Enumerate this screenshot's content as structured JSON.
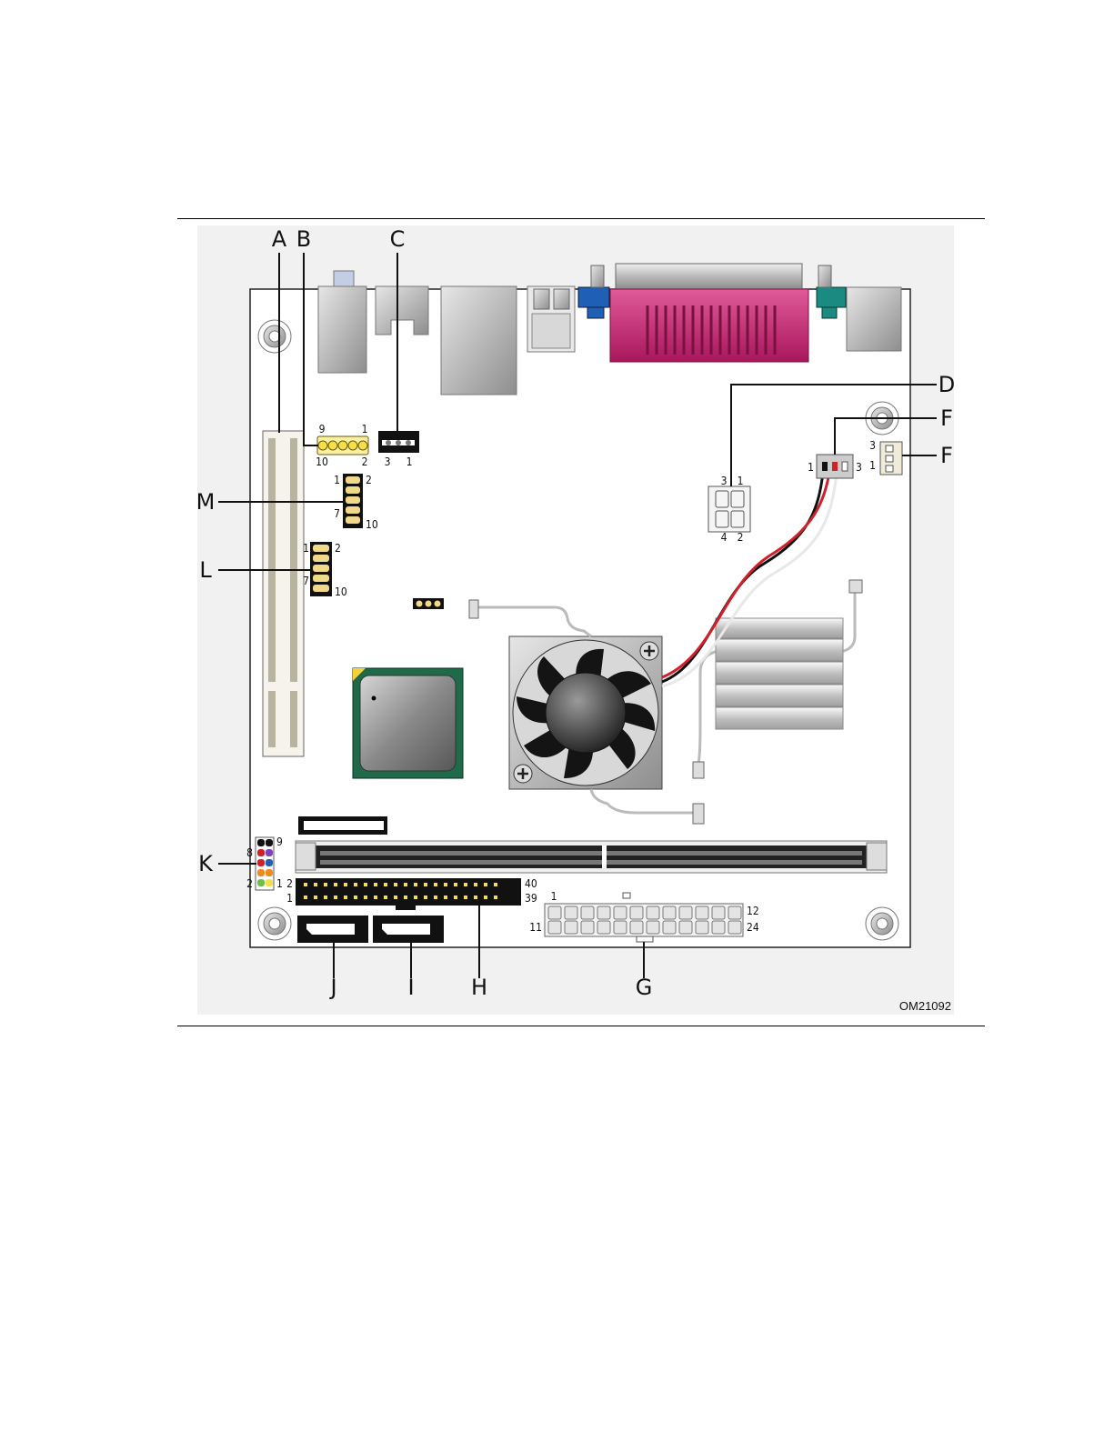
{
  "figure": {
    "figure_id": "OM21092",
    "callouts": {
      "A": "A",
      "B": "B",
      "C": "C",
      "D": "D",
      "F1": "F",
      "F2": "F",
      "G": "G",
      "H": "H",
      "I": "I",
      "J": "J",
      "K": "K",
      "L": "L",
      "M": "M"
    },
    "pin_labels": {
      "b_9": "9",
      "b_1": "1",
      "b_10": "10",
      "b_2": "2",
      "c_3": "3",
      "c_1": "1",
      "m_1": "1",
      "m_2": "2",
      "m_7": "7",
      "m_10": "10",
      "l_1": "1",
      "l_2": "2",
      "l_7": "7",
      "l_10": "10",
      "d_3": "3",
      "d_1": "1",
      "d_4": "4",
      "d_2": "2",
      "f_1": "1",
      "f_3": "3",
      "f2_3": "3",
      "f2_1": "1",
      "k_9": "9",
      "k_8": "8",
      "k_2": "2",
      "k_1": "1",
      "h_2": "2",
      "h_1": "1",
      "h_40": "40",
      "h_39": "39",
      "g_1": "1",
      "g_12": "12",
      "g_11": "11",
      "g_24": "24"
    },
    "colors": {
      "board": "#ffffff",
      "header_yellow": "#f5e04a",
      "wire_red": "#d0202a",
      "wire_black": "#111111",
      "chip_green": "#1f6a48",
      "parallel_magenta": "#c2256f",
      "vga_blue": "#1f5fb5",
      "serial_teal": "#1b8a80"
    }
  }
}
